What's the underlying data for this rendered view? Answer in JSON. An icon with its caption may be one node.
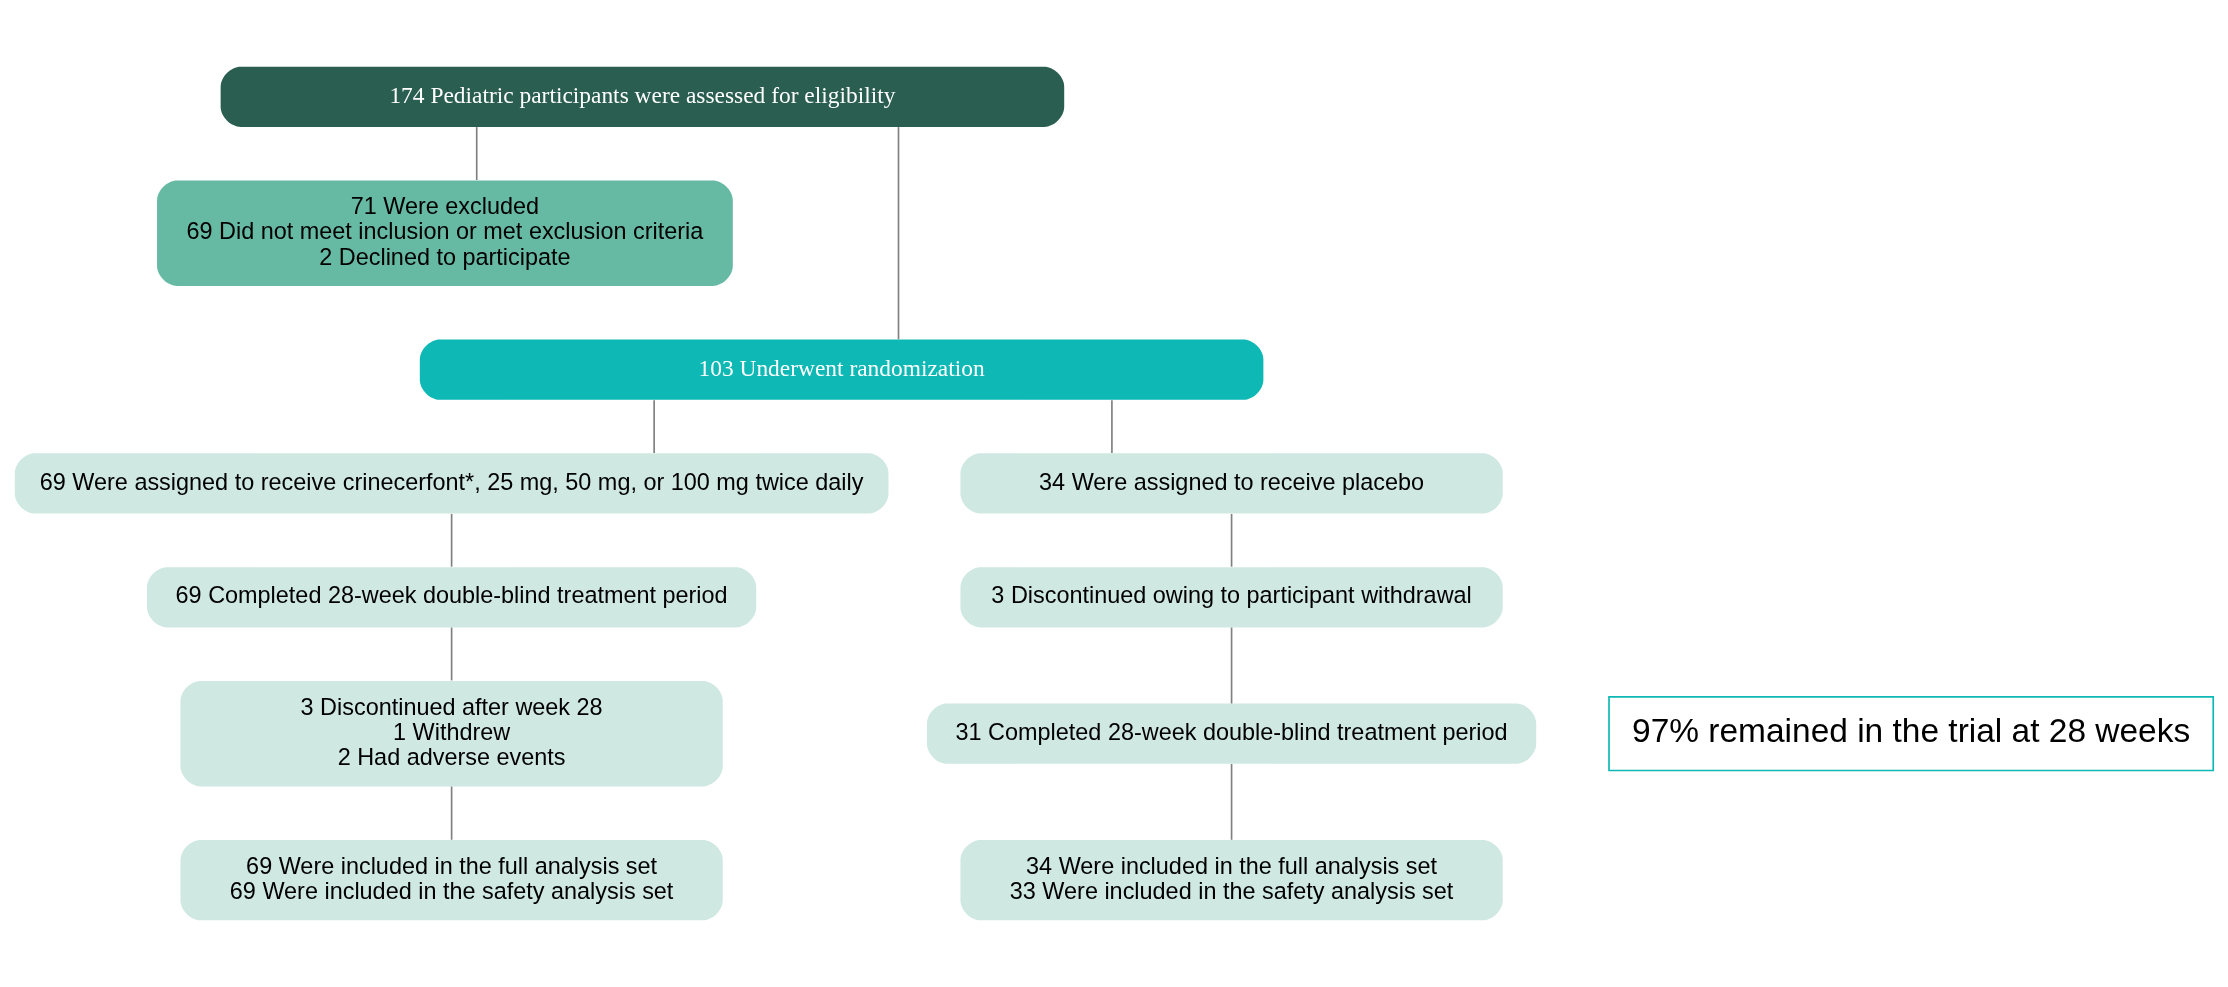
{
  "diagram": {
    "nodes": [
      {
        "text": [
          "174 Pediatric participants were assessed for eligibility"
        ]
      },
      {
        "text": [
          "71 Were excluded",
          "69 Did not meet inclusion or met exclusion criteria",
          "2 Declined to participate"
        ]
      },
      {
        "text": [
          "103 Underwent randomization"
        ]
      },
      {
        "text": [
          "69 Were assigned to receive crinecerfont*, 25 mg, 50 mg, or 100 mg twice daily"
        ]
      },
      {
        "text": [
          "69 Completed 28-week double-blind treatment period"
        ]
      },
      {
        "text": [
          "3 Discontinued after week 28",
          "1 Withdrew",
          "2 Had adverse events"
        ]
      },
      {
        "text": [
          "69 Were included in the full analysis set",
          "69 Were included in the safety analysis set"
        ]
      },
      {
        "text": [
          "34 Were assigned to receive placebo"
        ]
      },
      {
        "text": [
          "3 Discontinued owing to participant withdrawal"
        ]
      },
      {
        "text": [
          "31 Completed 28-week double-blind treatment period"
        ]
      },
      {
        "text": [
          "34 Were included in the full analysis set",
          "33 Were included in the safety analysis set"
        ]
      },
      {
        "text": [
          "97% remained in the trial at 28 weeks"
        ]
      }
    ],
    "edges": [
      {
        "from": 0,
        "to": 1,
        "arrow": "none"
      },
      {
        "from": 0,
        "to": 2,
        "arrow": "none"
      },
      {
        "from": 2,
        "to": 3,
        "arrow": "none"
      },
      {
        "from": 2,
        "to": 7,
        "arrow": "none"
      },
      {
        "from": 3,
        "to": 4,
        "arrow": "none"
      },
      {
        "from": 4,
        "to": 5,
        "arrow": "none"
      },
      {
        "from": 5,
        "to": 6,
        "arrow": "none"
      },
      {
        "from": 7,
        "to": 8,
        "arrow": "none"
      },
      {
        "from": 8,
        "to": 9,
        "arrow": "none"
      },
      {
        "from": 9,
        "to": 10,
        "arrow": "none"
      }
    ]
  }
}
